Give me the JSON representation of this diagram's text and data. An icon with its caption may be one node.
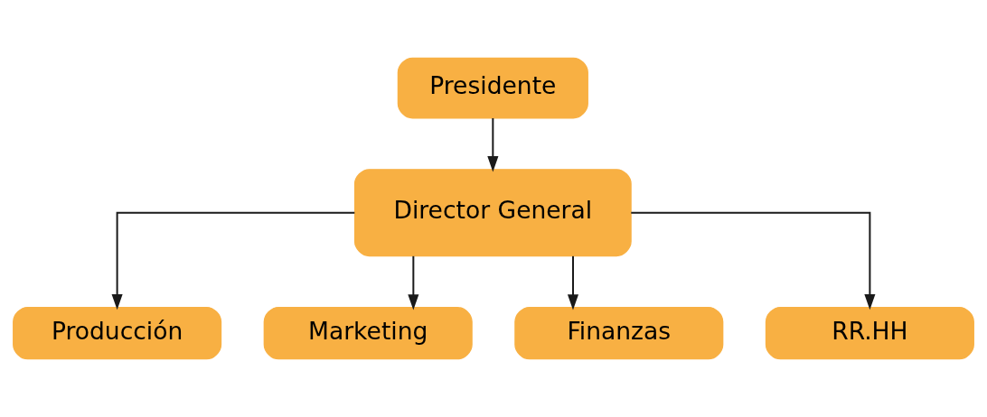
{
  "diagram": {
    "nodes": [
      {
        "text": [
          "Presidente"
        ]
      },
      {
        "text": [
          "Director General"
        ]
      },
      {
        "text": [
          "Producción"
        ]
      },
      {
        "text": [
          "Marketing"
        ]
      },
      {
        "text": [
          "Finanzas"
        ]
      },
      {
        "text": [
          "RR.HH"
        ]
      }
    ],
    "edges": [
      {
        "from": 0,
        "to": 1,
        "arrow": "to"
      },
      {
        "from": 1,
        "to": 2,
        "arrow": "to"
      },
      {
        "from": 1,
        "to": 3,
        "arrow": "to"
      },
      {
        "from": 1,
        "to": 4,
        "arrow": "to"
      },
      {
        "from": 1,
        "to": 5,
        "arrow": "to"
      }
    ]
  }
}
